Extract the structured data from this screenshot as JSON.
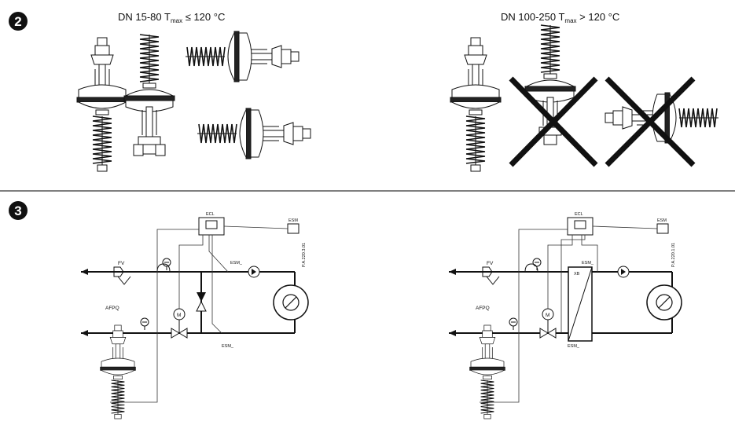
{
  "steps": {
    "step2": "2",
    "step3": "3"
  },
  "section2": {
    "left_title": {
      "main": "DN 15-80 T",
      "sub": "max",
      "rest": " ≤ 120 °C"
    },
    "right_title": {
      "main": "DN 100-250 T",
      "sub": "max",
      "rest": " > 120 °C"
    }
  },
  "diagram_left": {
    "ecl": "ECL",
    "esm_top": "ESM",
    "esm_mid": "ESM_",
    "esm_bottom": "ESM_",
    "fv": "FV",
    "afpq": "AFPQ",
    "motor": "M",
    "code": "P.A.220.3.01"
  },
  "diagram_right": {
    "ecl": "ECL",
    "esm_top": "ESM",
    "esm_mid": "ESM_",
    "esm_bottom": "ESM_",
    "fv": "FV",
    "afpq": "AFPQ",
    "motor": "M",
    "xb": "XB",
    "code": "P.A.220.1.01"
  },
  "colors": {
    "ink": "#111111",
    "background": "#ffffff",
    "divider": "#333333"
  }
}
